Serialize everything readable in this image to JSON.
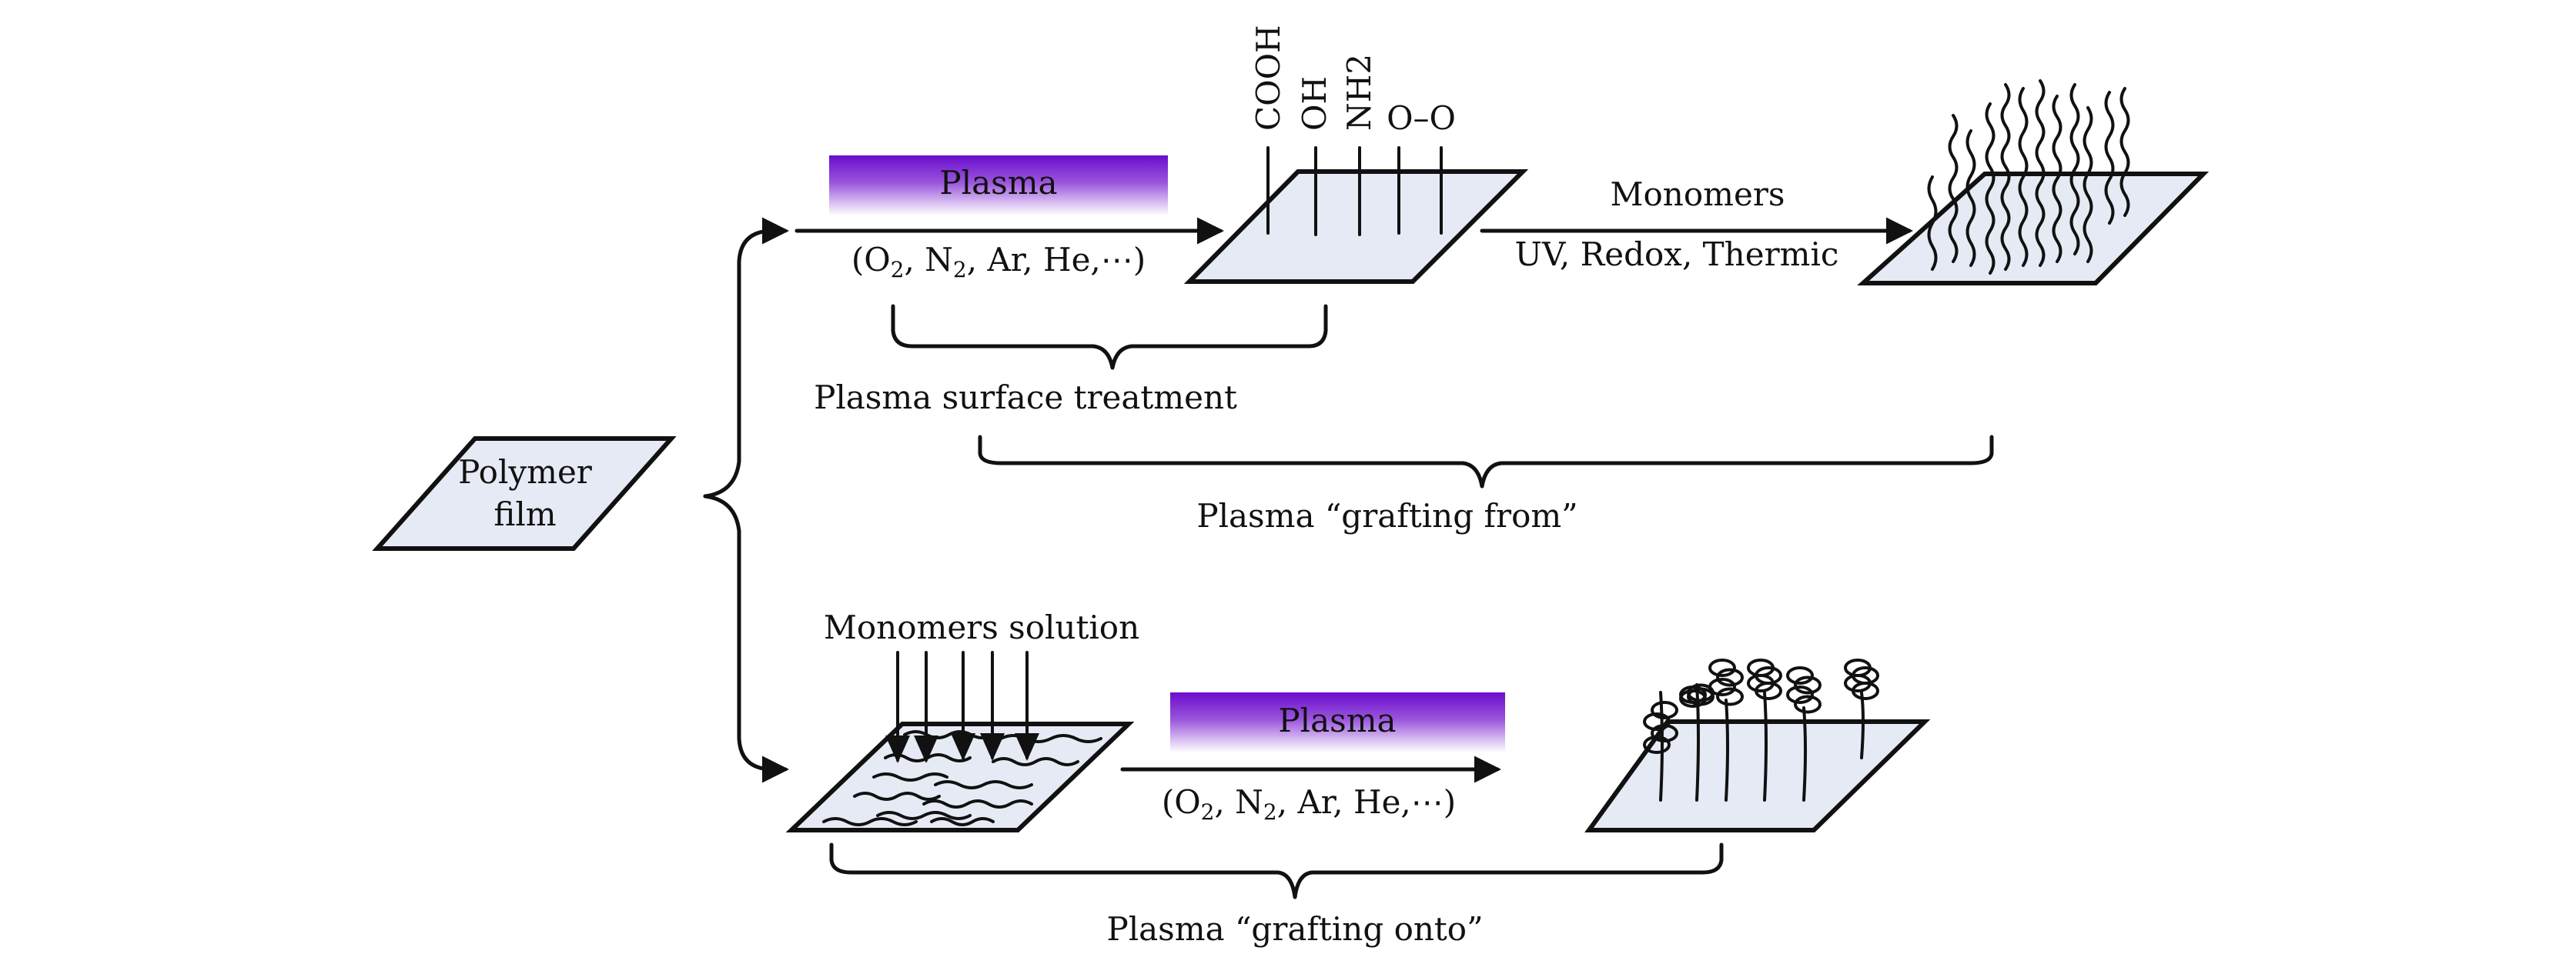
{
  "figure": {
    "start": {
      "label_line1": "Polymer",
      "label_line2": "film"
    },
    "top_path": {
      "plasma_label": "Plasma",
      "gas_label": "(O2, N2, Ar, He,⋯)",
      "gas_parts": [
        "(O",
        "2",
        ", N",
        "2",
        ", Ar, He,⋯)"
      ],
      "functional_groups": [
        "COOH",
        "OH",
        "NH2",
        "O–O"
      ],
      "monomers_label": "Monomers",
      "conditions_label": "UV, Redox, Thermic",
      "brace_surface_treatment": "Plasma surface treatment",
      "brace_grafting_from": "Plasma “grafting from”"
    },
    "bottom_path": {
      "monomers_solution_label": "Monomers solution",
      "plasma_label": "Plasma",
      "gas_parts": [
        "(O",
        "2",
        ", N",
        "2",
        ", Ar, He,⋯)"
      ],
      "brace_grafting_onto": "Plasma “grafting onto”"
    },
    "colors": {
      "plasma_top": "#6a0dcc",
      "plasma_bottom": "#ffffff",
      "surface_fill": "#e6eaf4",
      "ink": "#111111"
    }
  }
}
